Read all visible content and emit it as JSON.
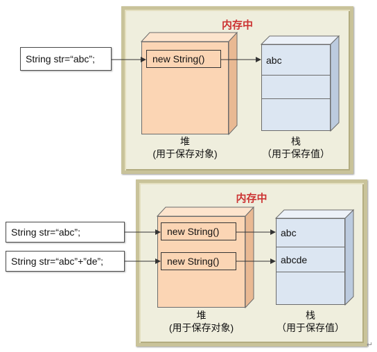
{
  "diagram1": {
    "title": "内存中",
    "code_lines": [
      "String str=“abc”;"
    ],
    "heap_objects": [
      "new String()"
    ],
    "stack_values": [
      "abc",
      "",
      ""
    ],
    "heap_label": "堆",
    "heap_sublabel": "(用于保存对象)",
    "stack_label": "栈",
    "stack_sublabel": "（用于保存值）"
  },
  "diagram2": {
    "title": "内存中",
    "code_lines": [
      "String str=“abc”;",
      "String str=“abc”+”de”;"
    ],
    "heap_objects": [
      "new String()",
      "new String()"
    ],
    "stack_values": [
      "abc",
      "abcde",
      ""
    ],
    "heap_label": "堆",
    "heap_sublabel": "(用于保存对象)",
    "stack_label": "栈",
    "stack_sublabel": "（用于保存值）"
  },
  "colors": {
    "frame": "#efeedd",
    "title": "#cc3333",
    "heap": "#fbd5b4",
    "stack": "#dce6f2"
  },
  "return_mark": "↵"
}
